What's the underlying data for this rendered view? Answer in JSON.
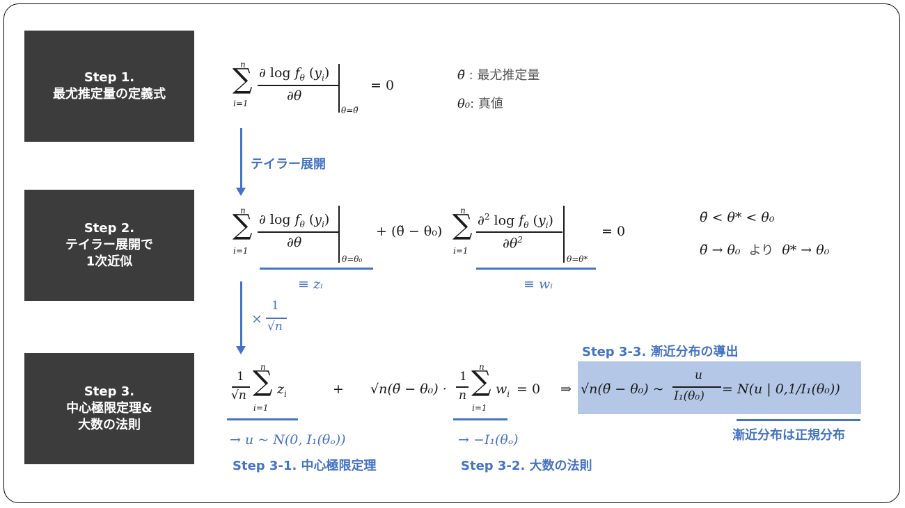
{
  "steps": [
    {
      "line1": "Step 1.",
      "line2": "最尤推定量の定義式",
      "line3": ""
    },
    {
      "line1": "Step 2.",
      "line2": "テイラー展開で",
      "line3": "1次近似"
    },
    {
      "line1": "Step 3.",
      "line2": "中心極限定理&",
      "line3": "大数の法則"
    }
  ],
  "arrows": {
    "taylor_label": "テイラー展開",
    "times_label": "×",
    "times_num": "1",
    "times_den": "√n"
  },
  "step1": {
    "eq": "= 0",
    "note1_sym": "θ̃",
    "note1_text": ": 最尤推定量",
    "note2_sym": "θ₀",
    "note2_text": ": 真値"
  },
  "step2": {
    "term1_sub": "θ=θ₀",
    "term2_sub": "θ=θ*",
    "mid": "+ (θ̃ − θ₀)",
    "eq": "= 0",
    "z_label": "≡ zᵢ",
    "w_label": "≡ wᵢ",
    "note1": "θ̃ < θ* < θ₀",
    "note2a": "θ̃ → θ₀",
    "note2b": "より",
    "note2c": "θ* → θ₀"
  },
  "step3": {
    "plus": "+",
    "mid": "√n(θ̃ − θ₀) ·",
    "eq": "= 0",
    "implies": "⇒",
    "result": "√n(θ̃ − θ₀) ~",
    "result_num": "u",
    "result_den": "I₁(θ₀)",
    "result_tail": "= N(u | 0,1/I₁(θ₀))",
    "clt_result": "→ u ~ N(0, I₁(θₒ))",
    "lln_result": "→ −I₁(θₒ)",
    "label_31": "Step 3-1. 中心極限定理",
    "label_32": "Step 3-2. 大数の法則",
    "label_33": "Step 3-3. 漸近分布の導出",
    "label_normal": "漸近分布は正規分布"
  },
  "colors": {
    "accent": "#4472c4",
    "box": "#3c3c3c",
    "highlight": "#b4c7e7"
  }
}
